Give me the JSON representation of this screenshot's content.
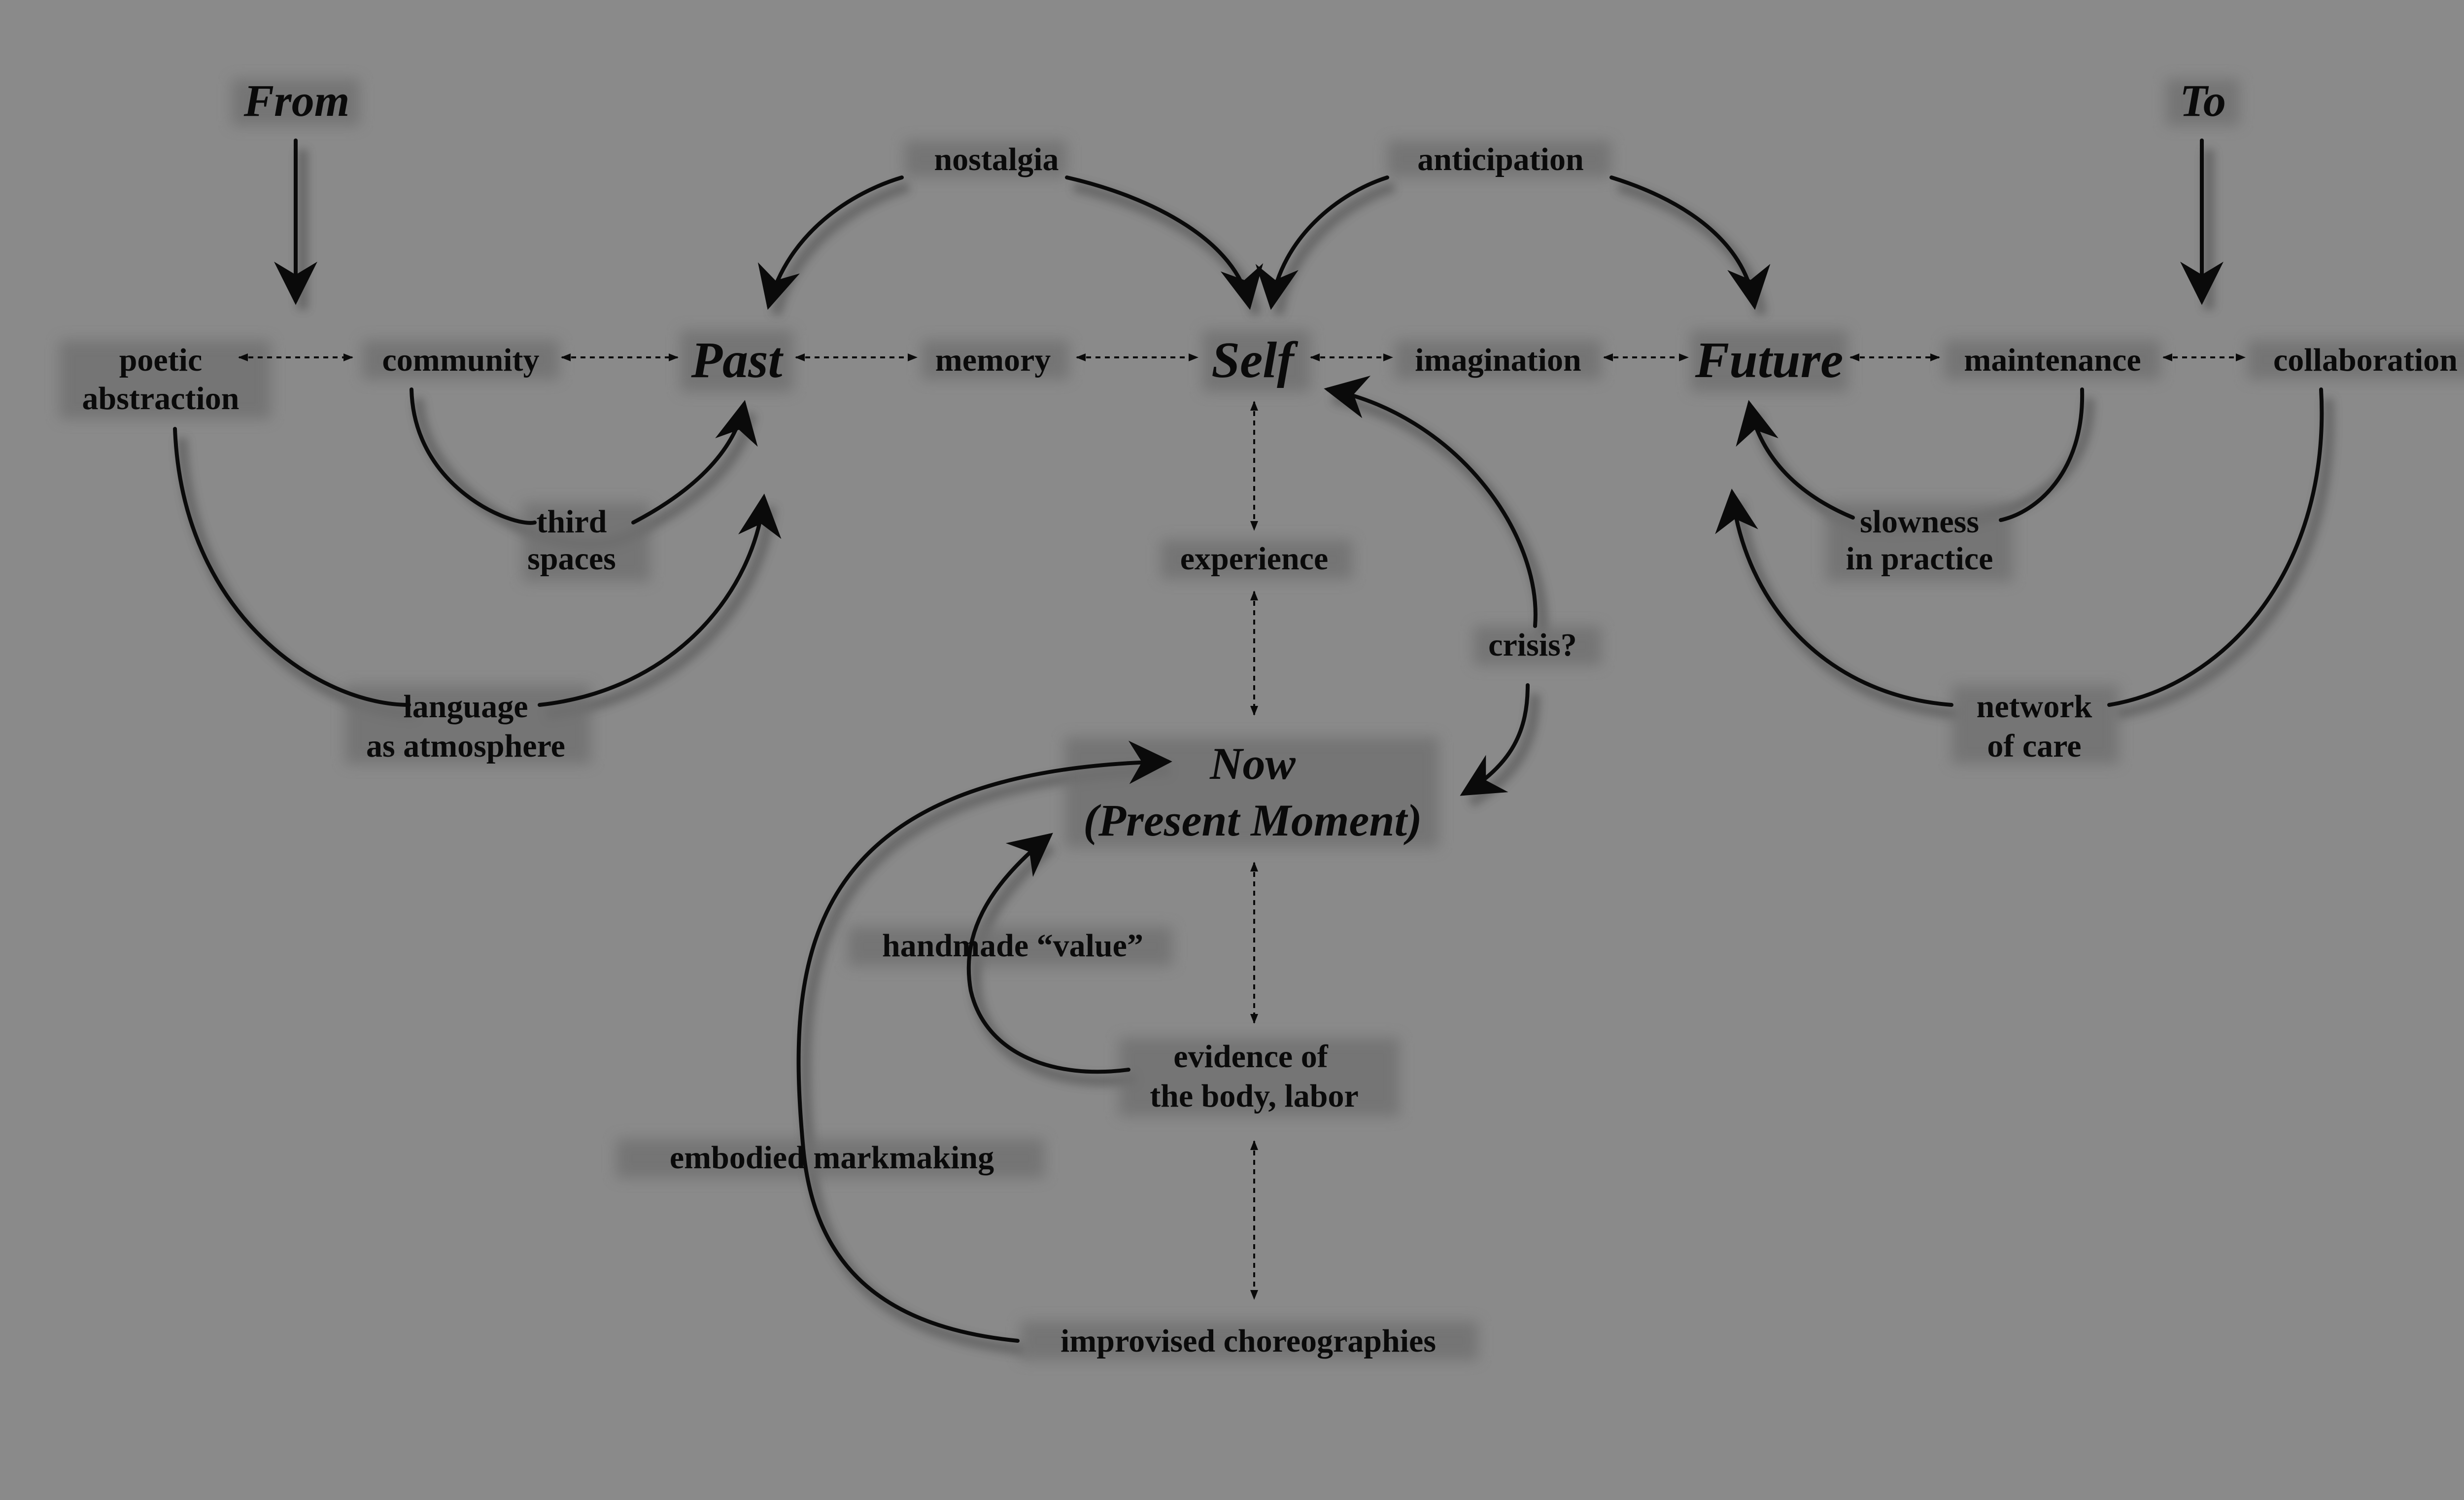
{
  "headings": {
    "from": "From",
    "to": "To"
  },
  "main_nodes": {
    "past": "Past",
    "self": "Self",
    "future": "Future",
    "now_line1": "Now",
    "now_line2": "(Present Moment)"
  },
  "nodes": {
    "poetic_line1": "poetic",
    "poetic_line2": "abstraction",
    "community": "community",
    "memory": "memory",
    "imagination": "imagination",
    "maintenance": "maintenance",
    "collaboration": "collaboration",
    "nostalgia": "nostalgia",
    "anticipation": "anticipation",
    "third_line1": "third",
    "third_line2": "spaces",
    "language_line1": "language",
    "language_line2": "as atmosphere",
    "experience": "experience",
    "crisis": "crisis?",
    "slowness_line1": "slowness",
    "slowness_line2": "in practice",
    "network_line1": "network",
    "network_line2": "of care",
    "handmade": "handmade “value”",
    "evidence_line1": "evidence of",
    "evidence_line2": "the body, labor",
    "embodied": "embodied markmaking",
    "improvised": "improvised choreographies"
  }
}
